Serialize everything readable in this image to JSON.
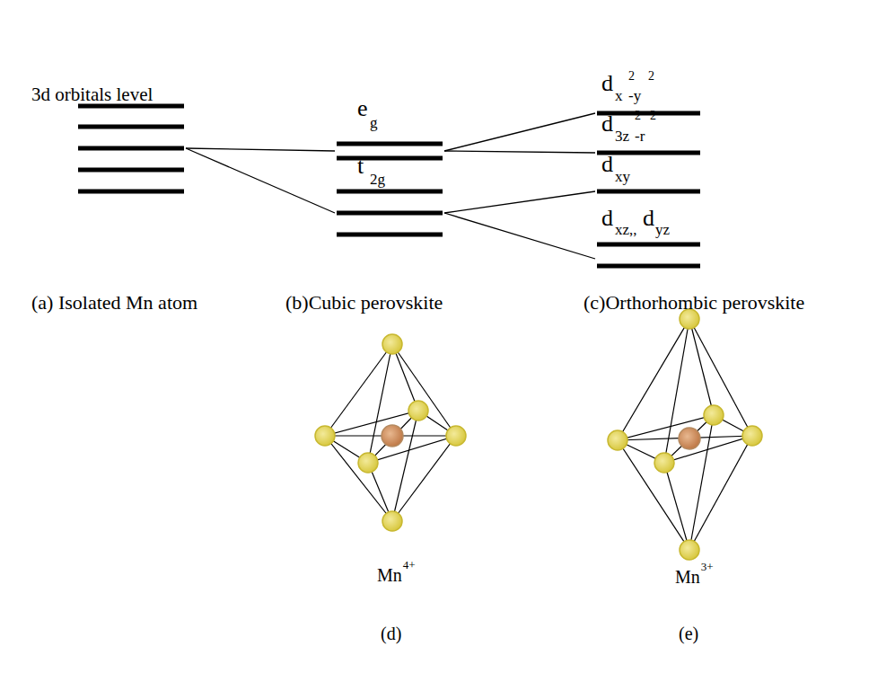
{
  "diagram": {
    "labels": [
      "3d orbitals level",
      "e",
      "g",
      "t",
      "2g",
      "d",
      "x",
      "2",
      "-y",
      "2",
      "d",
      "3z",
      "2",
      "-r",
      "2",
      "d",
      "xy",
      "d",
      "xz,,",
      "d",
      "yz",
      "(a) Isolated Mn atom",
      "(b)Cubic perovskite",
      "(c)Orthorhombic perovskite",
      "Mn",
      "4+",
      "Mn",
      "3+",
      "(d)",
      "(e)"
    ]
  }
}
